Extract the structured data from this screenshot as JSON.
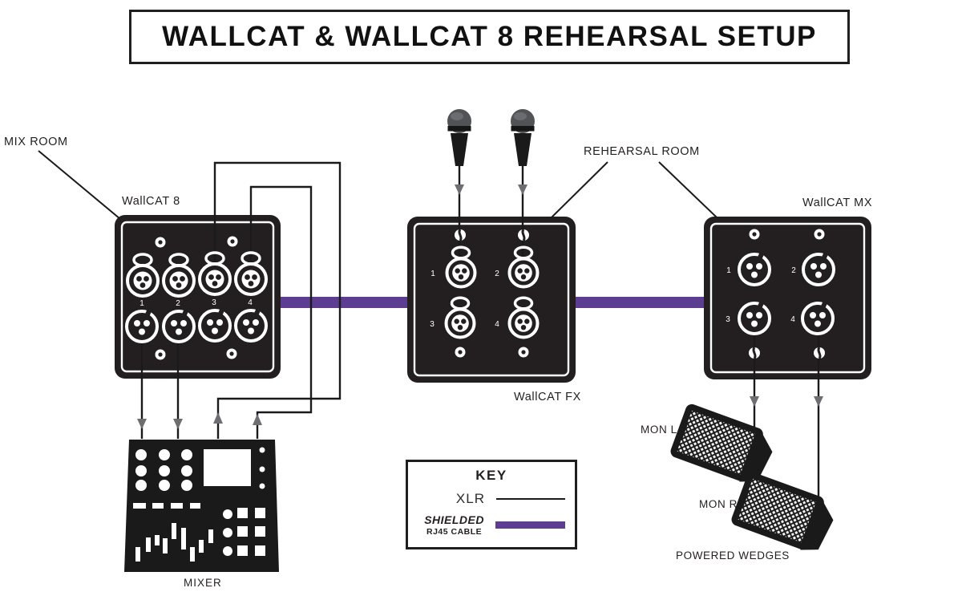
{
  "title": "WALLCAT & WALLCAT 8 REHEARSAL SETUP",
  "rooms": {
    "mix": "MIX ROOM",
    "rehearsal": "REHEARSAL ROOM"
  },
  "panels": {
    "wallcat8": {
      "name": "WallCAT 8",
      "ports": [
        "1",
        "2",
        "3",
        "4"
      ]
    },
    "wallcatfx": {
      "name": "WallCAT FX",
      "ports": [
        "1",
        "2",
        "3",
        "4"
      ]
    },
    "wallcatmx": {
      "name": "WallCAT MX",
      "ports": [
        "1",
        "2",
        "3",
        "4"
      ]
    }
  },
  "devices": {
    "mixer": "MIXER",
    "mon_l": "MON L",
    "mon_r": "MON R",
    "powered_wedges": "POWERED WEDGES"
  },
  "key": {
    "title": "KEY",
    "xlr": "XLR",
    "shielded": "SHIELDED",
    "rj45": "RJ45 CABLE"
  },
  "icons": [
    "microphone-icon",
    "xlr-female-connector-icon",
    "xlr-male-connector-icon",
    "screw-icon",
    "thumbscrew-icon",
    "wedge-monitor-icon",
    "mixer-console-icon"
  ],
  "colors": {
    "rj45_cable": "#5c3d91",
    "xlr_cable": "#1a1a1a",
    "panel_black": "#231f20",
    "arrow_gray": "#6d6e71"
  }
}
